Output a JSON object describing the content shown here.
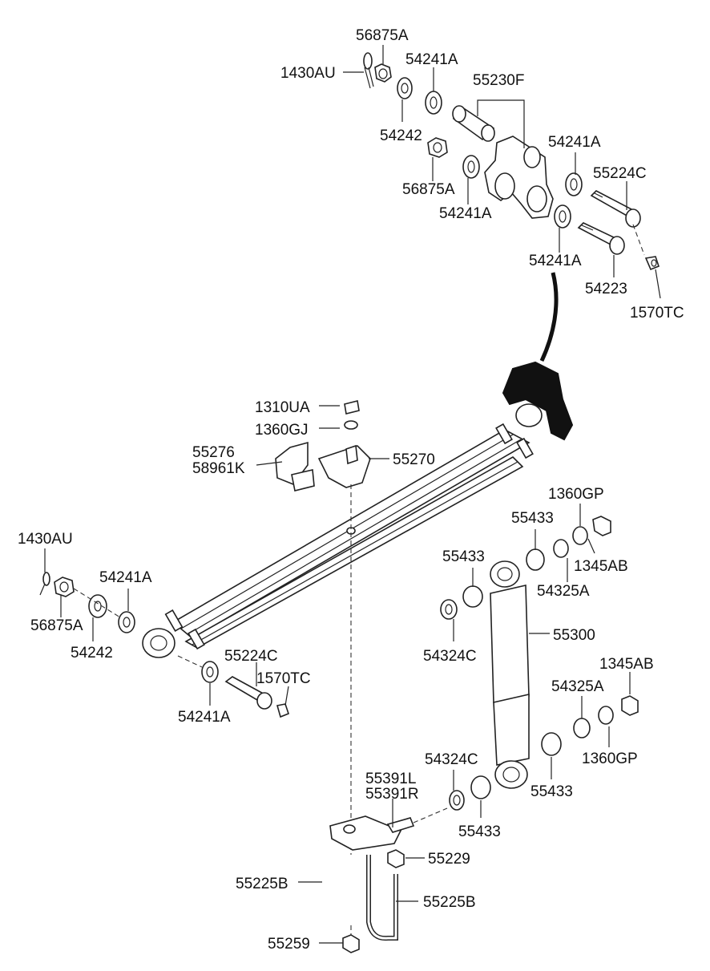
{
  "parts": [
    {
      "id": "p01",
      "label": "56875A"
    },
    {
      "id": "p02",
      "label": "1430AU"
    },
    {
      "id": "p03",
      "label": "54241A"
    },
    {
      "id": "p04",
      "label": "55230F"
    },
    {
      "id": "p05",
      "label": "54242"
    },
    {
      "id": "p06",
      "label": "54241A"
    },
    {
      "id": "p07",
      "label": "55224C"
    },
    {
      "id": "p08",
      "label": "56875A"
    },
    {
      "id": "p09",
      "label": "54241A"
    },
    {
      "id": "p10",
      "label": "54241A"
    },
    {
      "id": "p11",
      "label": "54223"
    },
    {
      "id": "p12",
      "label": "1570TC"
    },
    {
      "id": "p13",
      "label": "1310UA"
    },
    {
      "id": "p14",
      "label": "1360GJ"
    },
    {
      "id": "p15",
      "label": "55276"
    },
    {
      "id": "p16",
      "label": "58961K"
    },
    {
      "id": "p17",
      "label": "55270"
    },
    {
      "id": "p18",
      "label": "1360GP"
    },
    {
      "id": "p19",
      "label": "55433"
    },
    {
      "id": "p20",
      "label": "1430AU"
    },
    {
      "id": "p21",
      "label": "55433"
    },
    {
      "id": "p22",
      "label": "1345AB"
    },
    {
      "id": "p23",
      "label": "54241A"
    },
    {
      "id": "p24",
      "label": "54325A"
    },
    {
      "id": "p25",
      "label": "56875A"
    },
    {
      "id": "p26",
      "label": "55300"
    },
    {
      "id": "p27",
      "label": "54242"
    },
    {
      "id": "p28",
      "label": "54324C"
    },
    {
      "id": "p29",
      "label": "55224C"
    },
    {
      "id": "p30",
      "label": "1570TC"
    },
    {
      "id": "p31",
      "label": "1345AB"
    },
    {
      "id": "p32",
      "label": "54325A"
    },
    {
      "id": "p33",
      "label": "54241A"
    },
    {
      "id": "p34",
      "label": "1360GP"
    },
    {
      "id": "p35",
      "label": "54324C"
    },
    {
      "id": "p36",
      "label": "55391L"
    },
    {
      "id": "p37",
      "label": "55391R"
    },
    {
      "id": "p38",
      "label": "55433"
    },
    {
      "id": "p39",
      "label": "55433"
    },
    {
      "id": "p40",
      "label": "55229"
    },
    {
      "id": "p41",
      "label": "55225B"
    },
    {
      "id": "p42",
      "label": "55225B"
    },
    {
      "id": "p43",
      "label": "55259"
    }
  ]
}
